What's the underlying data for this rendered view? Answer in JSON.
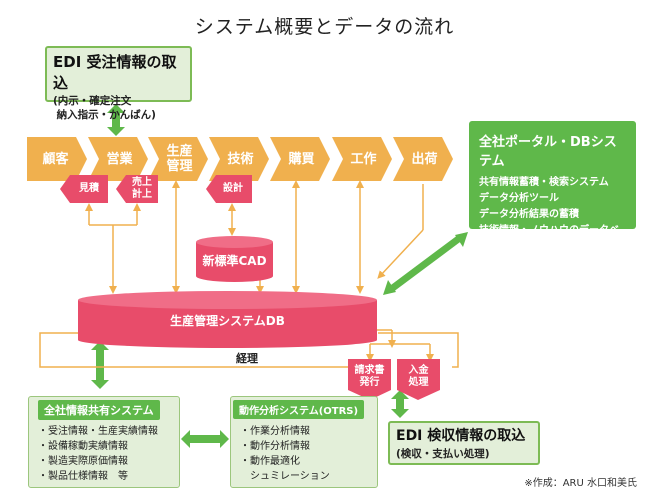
{
  "title": "システム概要とデータの流れ",
  "edi_order": {
    "heading": "EDI 受注情報の取込",
    "sub": "(内示・確定注文\n 納入指示・かんばん)"
  },
  "process_steps": [
    "顧客",
    "営業",
    "生産\n管理",
    "技術",
    "購買",
    "工作",
    "出荷"
  ],
  "sub_steps": {
    "mitsumori": "見積",
    "uriage": "売上\n計上",
    "sekkei": "設計"
  },
  "portal": {
    "heading": "全社ポータル・DBシステム",
    "items": [
      "共有情報蓄積・検索システム",
      "データ分析ツール",
      "データ分析結果の蓄積",
      "技術情報・ノウハウのデータベース"
    ]
  },
  "cad": "新標準CAD",
  "db": "生産管理システムDB",
  "keiri": "経理",
  "billing": {
    "seikyu": "請求書\n発行",
    "nyukin": "入金\n処理"
  },
  "info_sharing": {
    "heading": "全社情報共有システム",
    "items": "・受注情報・生産実績情報\n・設備稼動実績情報\n・製造実際原価情報\n・製品仕様情報　等"
  },
  "motion_analysis": {
    "heading": "動作分析システム(OTRS)",
    "items": "・作業分析情報\n・動作分析情報\n・動作最適化\n　シュミレーション"
  },
  "edi_payment": {
    "heading": "EDI 検収情報の取込",
    "sub": "(検収・支払い処理)"
  },
  "credit": "※作成：ARU 水口和美氏",
  "colors": {
    "orange": "#f0b04e",
    "pink": "#e84c6a",
    "green": "#5fb84a",
    "light_green": "#e3efd9"
  }
}
